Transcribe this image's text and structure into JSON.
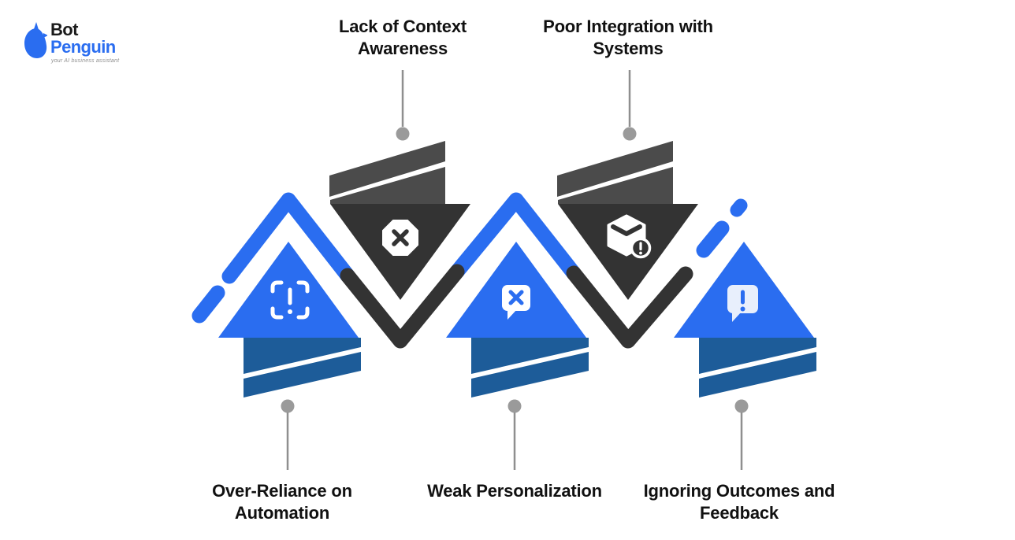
{
  "logo": {
    "name_part1": "Bot",
    "name_part2": "Penguin",
    "tagline": "your AI business assistant"
  },
  "items": [
    {
      "id": 1,
      "label": "Over-Reliance on Automation",
      "label_position": "bottom",
      "triangle": "blue-up",
      "icon": "scan-alert-icon"
    },
    {
      "id": 2,
      "label": "Lack of Context Awareness",
      "label_position": "top",
      "triangle": "dark-down",
      "icon": "octagon-x-icon"
    },
    {
      "id": 3,
      "label": "Weak Personalization",
      "label_position": "bottom",
      "triangle": "blue-up",
      "icon": "chat-x-icon"
    },
    {
      "id": 4,
      "label": "Poor Integration with Systems",
      "label_position": "top",
      "triangle": "dark-down",
      "icon": "box-alert-icon"
    },
    {
      "id": 5,
      "label": "Ignoring Outcomes and Feedback",
      "label_position": "bottom",
      "triangle": "blue-up",
      "icon": "chat-alert-icon"
    }
  ],
  "colors": {
    "blue": "#2A6DF0",
    "navy": "#1D5C99",
    "charcoal": "#333333",
    "band_gray": "#4B4B4B",
    "connector_gray": "#9A9A9A",
    "connector_line": "#8F8F8F",
    "text": "#111111",
    "bubble_tint": "#E8EFFC",
    "white": "#FFFFFF",
    "logo_dark": "#1B1B1B",
    "tagline_gray": "#8F8F8F"
  }
}
